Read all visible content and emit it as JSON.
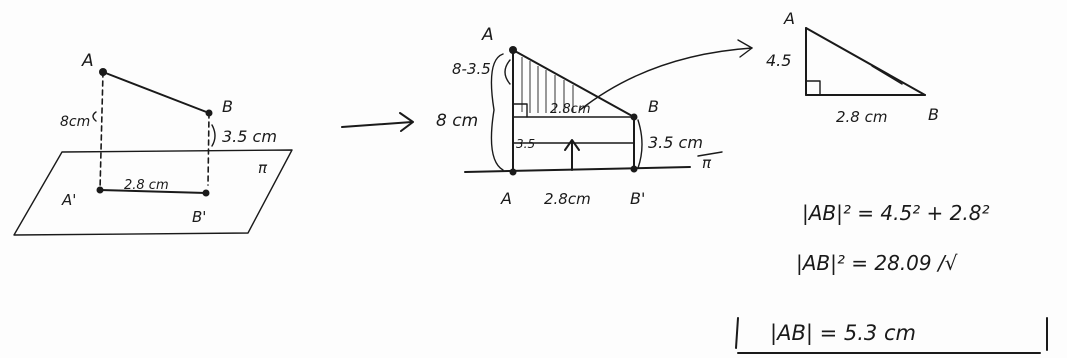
{
  "figure1": {
    "point_a": "A",
    "point_b": "B",
    "point_a_prime": "A'",
    "point_b_prime": "B'",
    "height_a": "8cm",
    "height_b": "3.5 cm",
    "base": "2.8 cm",
    "plane": "π"
  },
  "figure2": {
    "point_a_top": "A",
    "point_b": "B",
    "point_a_bottom": "A",
    "point_b_prime": "B'",
    "diff_label": "8-3.5",
    "height_a": "8 cm",
    "height_b": "3.5 cm",
    "inner_height": "3.5",
    "inner_base": "2.8cm",
    "base": "2.8cm",
    "plane": "π"
  },
  "figure3": {
    "point_a": "A",
    "point_b": "B",
    "height": "4.5",
    "base": "2.8 cm"
  },
  "working": {
    "line1": "|AB|² = 4.5² + 2.8²",
    "line2": "|AB|² = 28.09 /√",
    "result": "|AB| = 5.3 cm"
  }
}
